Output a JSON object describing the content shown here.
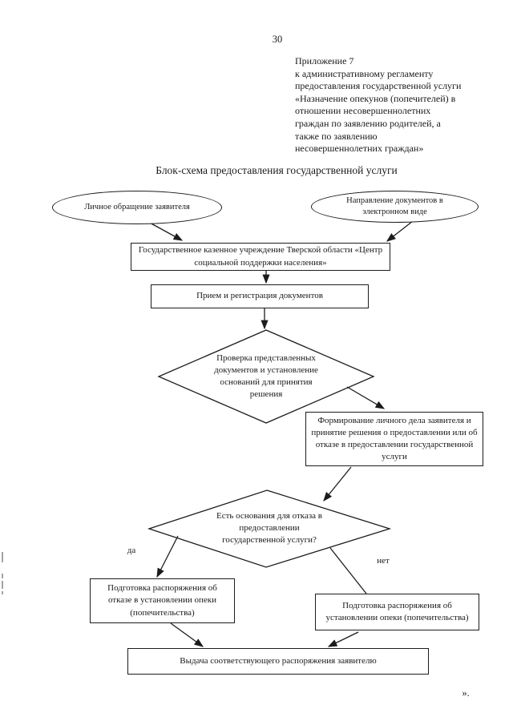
{
  "page": {
    "number": "30",
    "closing_mark": "»."
  },
  "appendix": {
    "text": "Приложение 7\nк административному регламенту\nпредоставления государственной услуги\n«Назначение опекунов (попечителей) в\nотношении несовершеннолетних\nграждан по заявлению родителей, а\nтакже по заявлению\nнесовершеннолетних граждан»"
  },
  "diagram": {
    "title": "Блок-схема предоставления государственной услуги",
    "nodes": {
      "personal_application": {
        "shape": "ellipse",
        "label": "Личное обращение заявителя"
      },
      "electronic_submission": {
        "shape": "ellipse",
        "label": "Направление документов в\nэлектронном виде"
      },
      "institution": {
        "shape": "rect",
        "label": "Государственное казенное учреждение Тверской области «Центр\nсоциальной поддержки населения»"
      },
      "reception": {
        "shape": "rect",
        "label": "Прием и регистрация документов"
      },
      "check_documents": {
        "shape": "diamond",
        "label": "Проверка представленных\nдокументов и установление\nоснований для принятия\nрешения"
      },
      "case_formation": {
        "shape": "rect",
        "label": "Формирование личного дела заявителя и\nпринятие решения о предоставлении или об\nотказе в предоставлении государственной\nуслуги"
      },
      "refusal_decision": {
        "shape": "diamond",
        "label": "Есть основания для отказа в\nпредоставлении\nгосударственной услуги?"
      },
      "order_refusal": {
        "shape": "rect",
        "label": "Подготовка распоряжения об\nотказе в установлении опеки\n(попечительства)"
      },
      "order_approval": {
        "shape": "rect",
        "label": "Подготовка распоряжения об\nустановлении опеки (попечительства)"
      },
      "issuance": {
        "shape": "rect",
        "label": "Выдача соответствующего распоряжения заявителю"
      }
    },
    "branch_labels": {
      "yes": "да",
      "no": "нет"
    }
  },
  "colors": {
    "ink": "#1a1a1a",
    "background": "#ffffff"
  }
}
